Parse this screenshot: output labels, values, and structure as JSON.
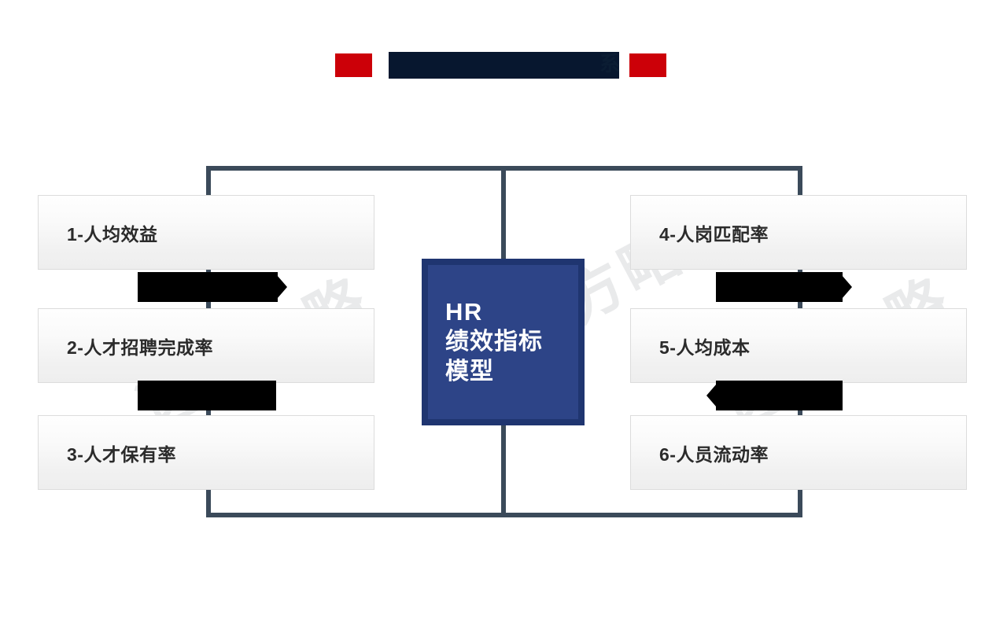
{
  "slide": {
    "background_color": "#ffffff",
    "title": {
      "visible_tail_text": "系",
      "redacted": true,
      "redaction_color": "#07172f",
      "accent_color": "#cc0008",
      "accent_blocks": 2
    },
    "watermark_text": "远大方略",
    "connector_color": "#3b4a5a"
  },
  "center_node": {
    "name": "HR 绩效指标模型",
    "lines": [
      "HR",
      "绩效指标",
      "模型"
    ],
    "fill_color": "#2d4487",
    "border_color": "#1f3570",
    "text_color": "#ffffff"
  },
  "metrics": {
    "left": [
      {
        "label": "1-人均效益"
      },
      {
        "label": "2-人才招聘完成率"
      },
      {
        "label": "3-人才保有率"
      }
    ],
    "right": [
      {
        "label": "4-人岗匹配率"
      },
      {
        "label": "5-人均成本"
      },
      {
        "label": "6-人员流动率"
      }
    ]
  },
  "redaction_bars": [
    {
      "id": "bar-1",
      "side": "left",
      "arrow": "right",
      "color": "#000000"
    },
    {
      "id": "bar-2",
      "side": "left",
      "arrow": "none",
      "color": "#000000"
    },
    {
      "id": "bar-3",
      "side": "right",
      "arrow": "right",
      "color": "#000000"
    },
    {
      "id": "bar-4",
      "side": "right",
      "arrow": "left",
      "color": "#000000"
    }
  ]
}
